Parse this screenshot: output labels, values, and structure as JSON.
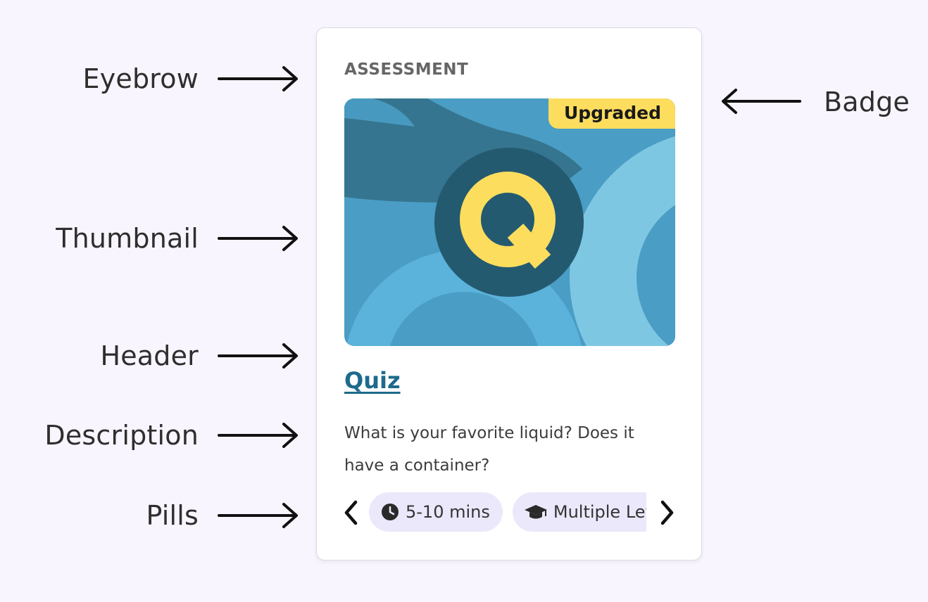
{
  "annotations": {
    "eyebrow": "Eyebrow",
    "thumbnail": "Thumbnail",
    "header": "Header",
    "description": "Description",
    "pills": "Pills",
    "badge": "Badge"
  },
  "card": {
    "eyebrow": "ASSESSMENT",
    "badge": "Upgraded",
    "header": "Quiz",
    "description": "What is your favorite liquid? Does it have a container?",
    "pills": [
      {
        "icon": "clock-icon",
        "label": "5-10 mins"
      },
      {
        "icon": "graduation-cap-icon",
        "label": "Multiple Levels"
      }
    ]
  },
  "colors": {
    "background": "#f8f5fe",
    "header_link": "#1d6a8c",
    "badge": "#fddd5e",
    "pill": "#ece8fb",
    "thumbnail_base": "#4a9dc4",
    "thumbnail_circle": "#245a70",
    "q_letter": "#fddd5e"
  }
}
